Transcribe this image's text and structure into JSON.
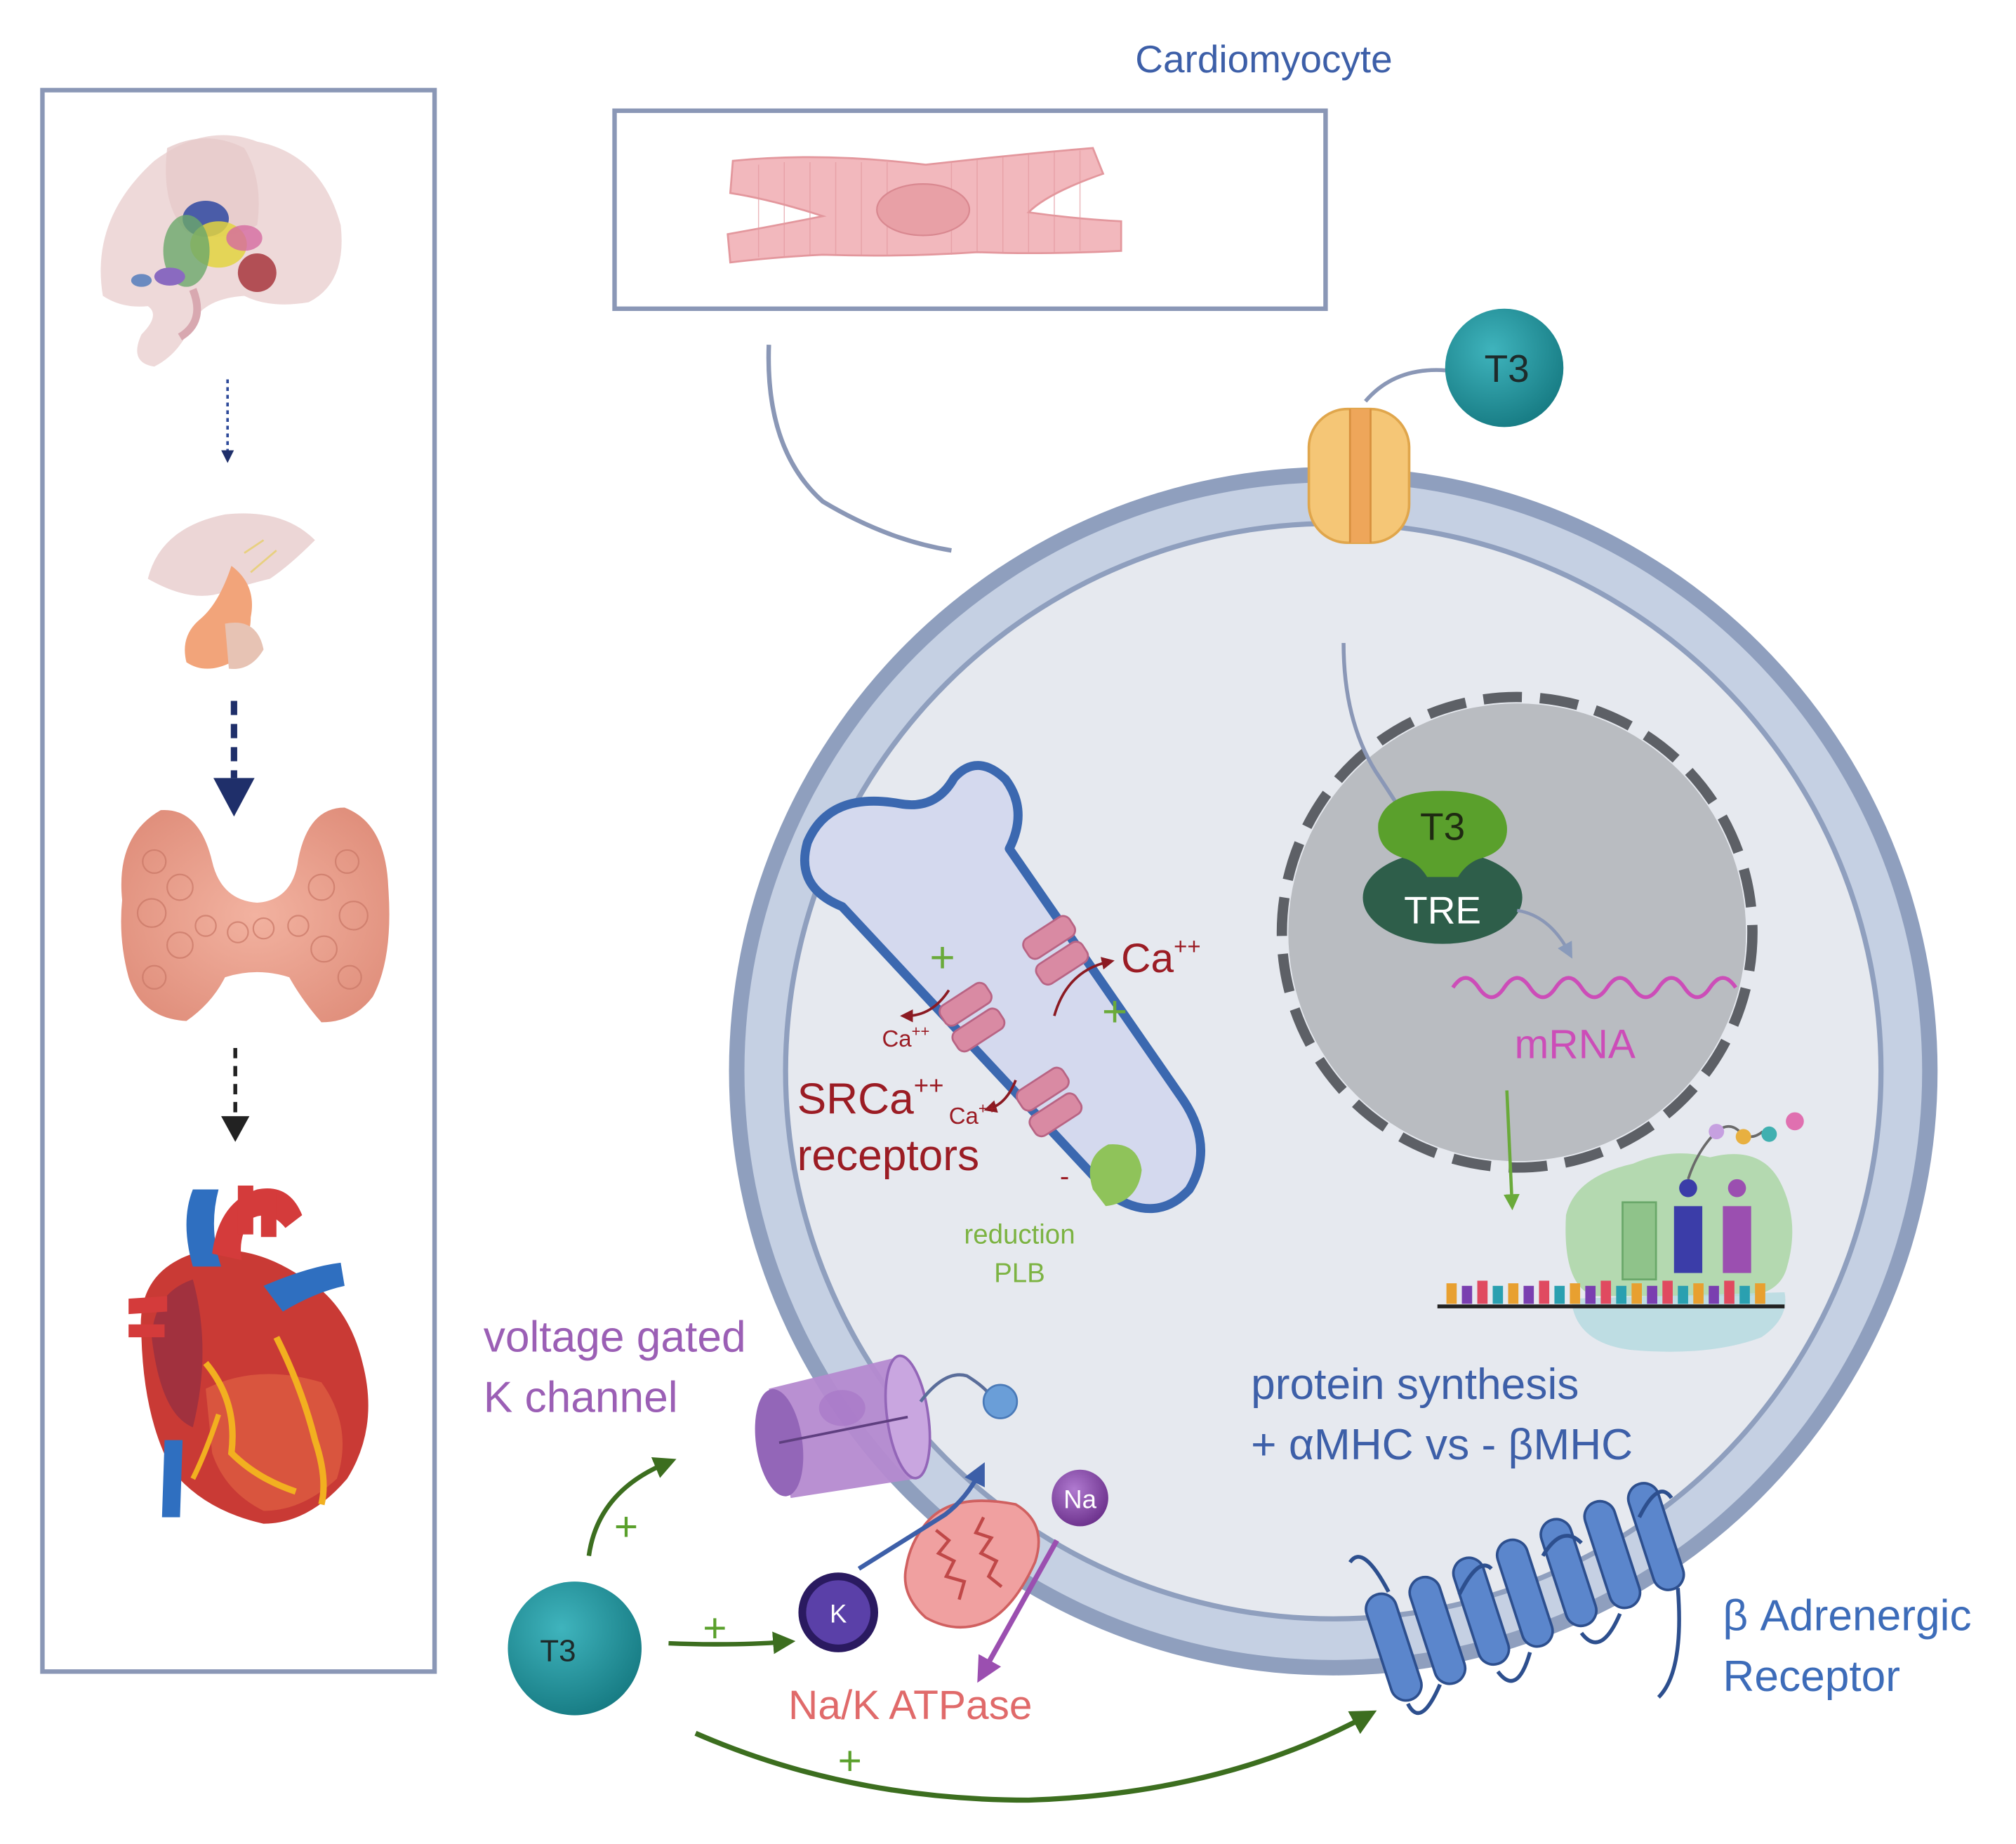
{
  "labels": {
    "cardiomyocyte": "Cardiomyocyte",
    "t3_membrane": "T3",
    "t3_nucleus": "T3",
    "tre": "TRE",
    "mrna": "mRNA",
    "ca_upper": "Ca",
    "ca_upper_sup": "++",
    "ca_left": "Ca",
    "ca_left_sup": "++",
    "ca_lower": "Ca",
    "ca_lower_sup": "++",
    "srca_line1": "SRCa",
    "srca_sup": "++",
    "srca_line2": "receptors",
    "reduction": "reduction",
    "plb": "PLB",
    "minus_plb": "-",
    "plus_sr_left": "+",
    "plus_sr_right": "+",
    "voltage_line1": "voltage gated",
    "voltage_line2": "K channel",
    "protein_line1": "protein synthesis",
    "protein_line2": "+ αMHC vs - βMHC",
    "beta_line1": "β Adrenergic",
    "beta_line2": "Receptor",
    "t3_bottom": "T3",
    "k_ion": "K",
    "na_ion": "Na",
    "nak_atpase": "Na/K ATPase",
    "plus_to_channel": "+",
    "plus_to_k": "+",
    "plus_to_beta": "+"
  },
  "colors": {
    "title_blue": "#3d5fa8",
    "cell_border": "#8f9fbe",
    "cell_inner": "#c5d0e3",
    "cytoplasm": "#e6e9ef",
    "nucleus": "#b9bcc1",
    "teal_t3": "#1f8f98",
    "green_t3": "#5aa02c",
    "tre_dark": "#2e5e4a",
    "mrna_magenta": "#cc4db8",
    "dark_red": "#9b1c24",
    "plb_green": "#7cb342",
    "purple": "#9b5fb5",
    "salmon": "#e06a6a",
    "beta_blue": "#3d6cb9",
    "arrow_green": "#3c6e1f"
  },
  "icons": [
    "hypothalamus-icon",
    "pituitary-icon",
    "thyroid-icon",
    "heart-icon",
    "cardiomyocyte-cell-icon",
    "membrane-transporter-icon",
    "ribosome-icon",
    "sarcoplasmic-reticulum-icon",
    "k-channel-icon",
    "na-k-atpase-icon",
    "beta-receptor-icon"
  ]
}
